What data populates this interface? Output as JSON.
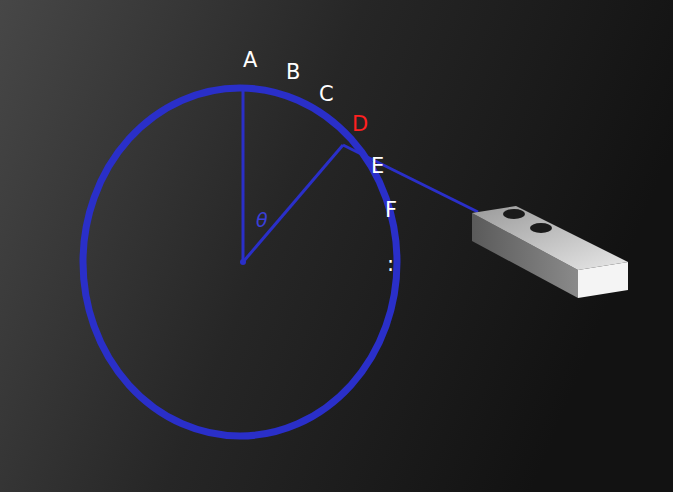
{
  "diagram": {
    "labels": [
      "A",
      "B",
      "C",
      "D",
      "E",
      "F",
      ":",
      "θ"
    ]
  }
}
